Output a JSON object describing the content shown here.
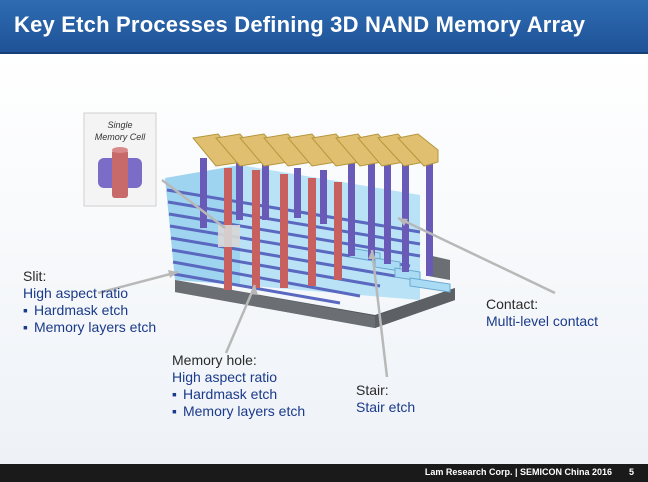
{
  "slide": {
    "title": "Key Etch Processes Defining 3D NAND Memory Array"
  },
  "inset": {
    "line1": "Single",
    "line2": "Memory Cell"
  },
  "callouts": {
    "slit": {
      "heading": "Slit:",
      "subtitle": "High aspect ratio",
      "items": [
        "Hardmask etch",
        "Memory layers etch"
      ]
    },
    "memory_hole": {
      "heading": "Memory hole:",
      "subtitle": "High aspect ratio",
      "items": [
        "Hardmask etch",
        "Memory layers etch"
      ]
    },
    "stair": {
      "heading": "Stair:",
      "subtitle": "Stair etch"
    },
    "contact": {
      "heading": "Contact:",
      "subtitle": "Multi-level contact"
    }
  },
  "footer": {
    "text": "Lam Research Corp. | SEMICON China 2016",
    "page": "5"
  },
  "colors": {
    "title_bar": "#2563a8",
    "callout_text": "#1a3a8a",
    "bitline": "#e0c070",
    "pillar_red": "#c86060",
    "pillar_purple": "#6a5ab8",
    "layer_blue": "#9fd4f0",
    "substrate": "#6b6e72"
  }
}
